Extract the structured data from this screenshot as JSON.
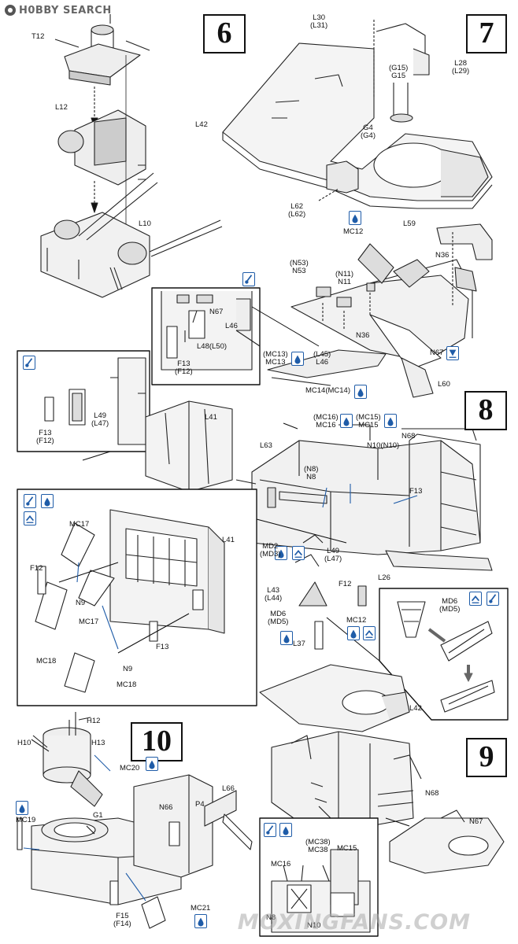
{
  "header": {
    "logo_text": "H0BBY SEARCH"
  },
  "watermark": "MOXINGFANS.COM",
  "steps": [
    {
      "id": "step-6",
      "number": "6"
    },
    {
      "id": "step-7",
      "number": "7"
    },
    {
      "id": "step-8",
      "number": "8"
    },
    {
      "id": "step-9",
      "number": "9"
    },
    {
      "id": "step-10",
      "number": "10"
    }
  ],
  "icon_types": {
    "glue": "glue-drop-icon",
    "photo_etch": "photo-etch-bend-icon",
    "cement": "cement-brush-icon",
    "remove": "remove-part-icon"
  },
  "labels": {
    "t12": [
      "T12"
    ],
    "l12": [
      "L12"
    ],
    "l10": [
      "L10"
    ],
    "l30": [
      "L30",
      "(L31)"
    ],
    "l28": [
      "L28",
      "(L29)"
    ],
    "g15": [
      "(G15)",
      "G15"
    ],
    "l42_top": [
      "L42"
    ],
    "g4": [
      "G4",
      "(G4)"
    ],
    "l62": [
      "L62",
      "(L62)"
    ],
    "mc12_top": [
      "MC12"
    ],
    "l59": [
      "L59"
    ],
    "n36_a": [
      "N36"
    ],
    "n53": [
      "(N53)",
      "N53"
    ],
    "n11": [
      "(N11)",
      "N11"
    ],
    "n36_b": [
      "N36"
    ],
    "n67_right": [
      "N67"
    ],
    "n67_inset": [
      "N67"
    ],
    "l46": [
      "L46"
    ],
    "l48": [
      "L48(L50)"
    ],
    "f13_inset": [
      "F13",
      "(F12)"
    ],
    "mc13": [
      "(MC13)",
      "MC13"
    ],
    "l45": [
      "(L45)",
      "L46"
    ],
    "mc14": [
      "MC14(MC14)"
    ],
    "l60": [
      "L60"
    ],
    "l49_inset": [
      "L49",
      "(L47)"
    ],
    "f13_inset2": [
      "F13",
      "(F12)"
    ],
    "l41_top": [
      "L41"
    ],
    "l63": [
      "L63"
    ],
    "mc16_top": [
      "(MC16)",
      "MC16"
    ],
    "mc15_top": [
      "(MC15)",
      "MC15"
    ],
    "n68_top": [
      "N68"
    ],
    "n10": [
      "N10(N10)"
    ],
    "n8": [
      "(N8)",
      "N8"
    ],
    "f13_main": [
      "F13"
    ],
    "md2": [
      "MD2",
      "(MD3)"
    ],
    "l49_main": [
      "L49",
      "(L47)"
    ],
    "l43": [
      "L43",
      "(L44)"
    ],
    "f12_main": [
      "F12"
    ],
    "l26": [
      "L26"
    ],
    "md6_main": [
      "MD6",
      "(MD5)"
    ],
    "l37": [
      "L37"
    ],
    "mc12_main": [
      "MC12"
    ],
    "md6_inset": [
      "MD6",
      "(MD5)"
    ],
    "mc17_a": [
      "MC17"
    ],
    "l41_inset": [
      "L41"
    ],
    "f12_inset": [
      "F12"
    ],
    "n9_a": [
      "N9"
    ],
    "mc17_b": [
      "MC17"
    ],
    "mc18_a": [
      "MC18"
    ],
    "f13_inset3": [
      "F13"
    ],
    "n9_b": [
      "N9"
    ],
    "mc18_b": [
      "MC18"
    ],
    "l42_mid": [
      "L42"
    ],
    "n68_bottom": [
      "N68"
    ],
    "n67_bottom": [
      "N67"
    ],
    "h12": [
      "H12"
    ],
    "h13": [
      "H13"
    ],
    "h10": [
      "H10"
    ],
    "mc20": [
      "MC20"
    ],
    "mc19": [
      "MC19"
    ],
    "g1": [
      "G1"
    ],
    "n66": [
      "N66"
    ],
    "p4": [
      "P4"
    ],
    "l66": [
      "L66"
    ],
    "f15": [
      "F15",
      "(F14)"
    ],
    "mc21": [
      "MC21"
    ],
    "mc38": [
      "(MC38)",
      "MC38"
    ],
    "mc15_bottom": [
      "MC15"
    ],
    "mc16_bottom": [
      "MC16"
    ],
    "n8_bottom": [
      "N8"
    ],
    "n10_bottom": [
      "N10"
    ]
  }
}
